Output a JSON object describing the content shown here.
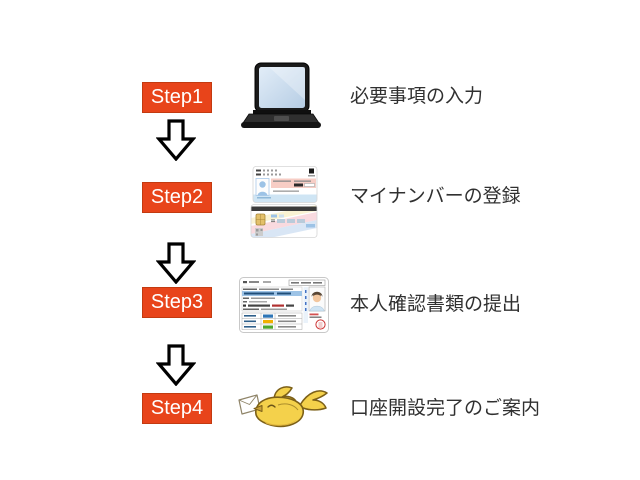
{
  "diagram": {
    "title": "account-opening-steps-flow",
    "background": "#ffffff"
  },
  "steps": [
    {
      "label": "Step1",
      "description": "必要事項の入力",
      "icon": "laptop-icon"
    },
    {
      "label": "Step2",
      "description": "マイナンバーの登録",
      "icon": "mynumber-card-icon"
    },
    {
      "label": "Step3",
      "description": "本人確認書類の提出",
      "icon": "drivers-license-icon"
    },
    {
      "label": "Step4",
      "description": "口座開設完了のご案内",
      "icon": "mail-bird-icon"
    }
  ],
  "colors": {
    "step_box": "#e8441a",
    "step_box_border": "#c33a10",
    "text": "#303030",
    "arrow_stroke": "#000000",
    "arrow_fill": "#ffffff",
    "laptop_body": "#1a1a1a",
    "laptop_screen": "#c9dcf0",
    "card_pastel_pink": "#f7cdc5",
    "card_pastel_blue": "#cfe5f4",
    "bird_yellow": "#f4d14b",
    "stamp_red": "#cc3333"
  }
}
